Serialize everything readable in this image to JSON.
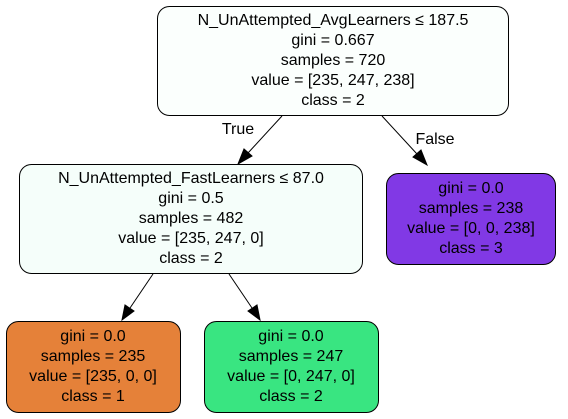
{
  "tree": {
    "nodes": {
      "root": {
        "fill": "#fbfffd",
        "lines": [
          "N_UnAttempted_AvgLearners ≤ 187.5",
          "gini = 0.667",
          "samples = 720",
          "value = [235, 247, 238]",
          "class = 2"
        ]
      },
      "left": {
        "fill": "#f5fefa",
        "lines": [
          "N_UnAttempted_FastLearners ≤ 87.0",
          "gini = 0.5",
          "samples = 482",
          "value = [235, 247, 0]",
          "class = 2"
        ]
      },
      "right": {
        "fill": "#8139e5",
        "lines": [
          "gini = 0.0",
          "samples = 238",
          "value = [0, 0, 238]",
          "class = 3"
        ]
      },
      "left_left": {
        "fill": "#e58139",
        "lines": [
          "gini = 0.0",
          "samples = 235",
          "value = [235, 0, 0]",
          "class = 1"
        ]
      },
      "left_right": {
        "fill": "#39e581",
        "lines": [
          "gini = 0.0",
          "samples = 247",
          "value = [0, 247, 0]",
          "class = 2"
        ]
      }
    },
    "edges": {
      "true_label": "True",
      "false_label": "False"
    }
  }
}
